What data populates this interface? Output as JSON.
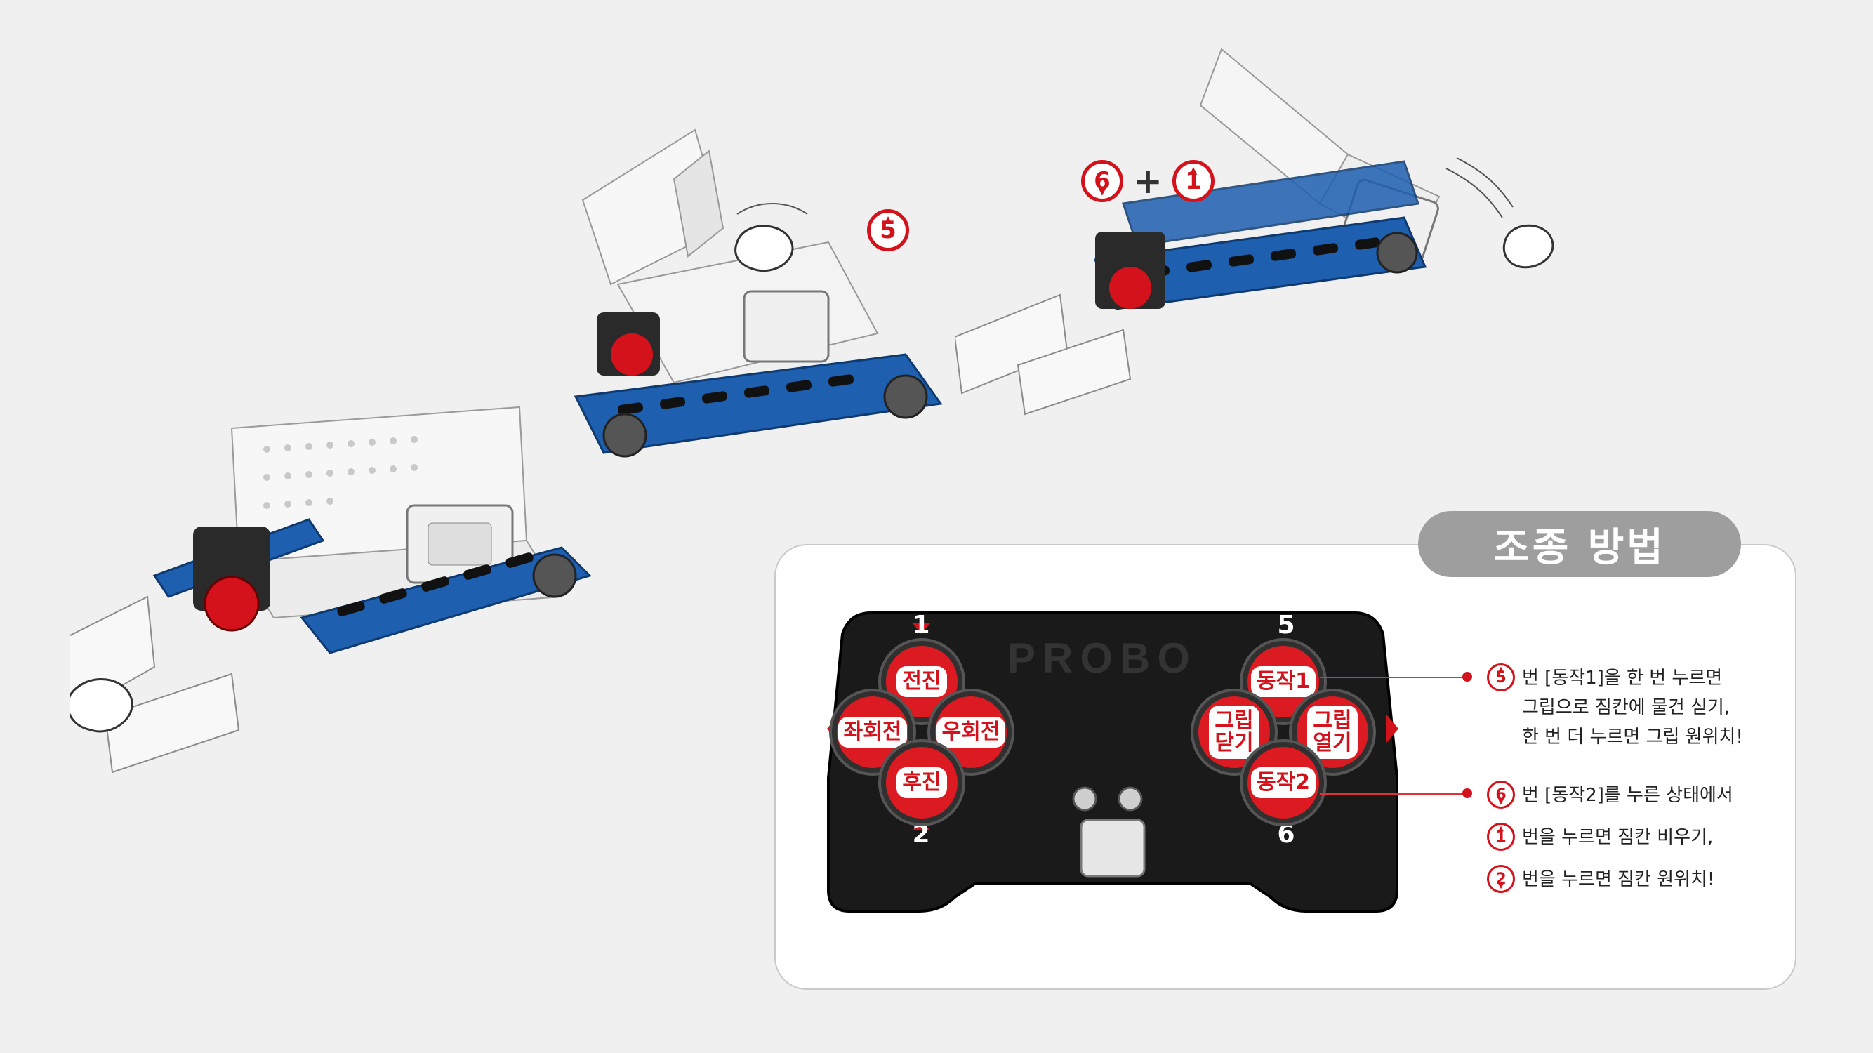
{
  "steps": {
    "step2_badge": "5",
    "step3_badge_a": "6",
    "step3_plus": "+",
    "step3_badge_b": "1"
  },
  "panel": {
    "title": "조종 방법"
  },
  "controller": {
    "logo": "PROBO",
    "left_pad": {
      "up_label": "전진",
      "left_label": "좌회전",
      "right_label": "우회전",
      "down_label": "후진",
      "up_num": "1",
      "down_num": "2"
    },
    "right_pad": {
      "up_label": "동작1",
      "left_label": "그립\n닫기",
      "right_label": "그립\n열기",
      "down_label": "동작2",
      "up_num": "5",
      "down_num": "6"
    }
  },
  "legend": [
    {
      "icon": "5",
      "arrow": "up",
      "text": "번 [동작1]을 한 번 누르면\n그립으로 짐칸에 물건 싣기,\n한 번 더 누르면 그립 원위치!"
    },
    {
      "icon": "6",
      "arrow": "down",
      "text": "번 [동작2]를 누른 상태에서"
    },
    {
      "icon": "1",
      "arrow": "up",
      "text": "번을 누르면 짐칸 비우기,"
    },
    {
      "icon": "2",
      "arrow": "down",
      "text": "번을 누르면 짐칸 원위치!"
    }
  ],
  "colors": {
    "accent_red": "#d4121c",
    "track_blue": "#1e5fb0",
    "title_gray": "#9e9e9e",
    "controller_black": "#1a1a1a"
  }
}
